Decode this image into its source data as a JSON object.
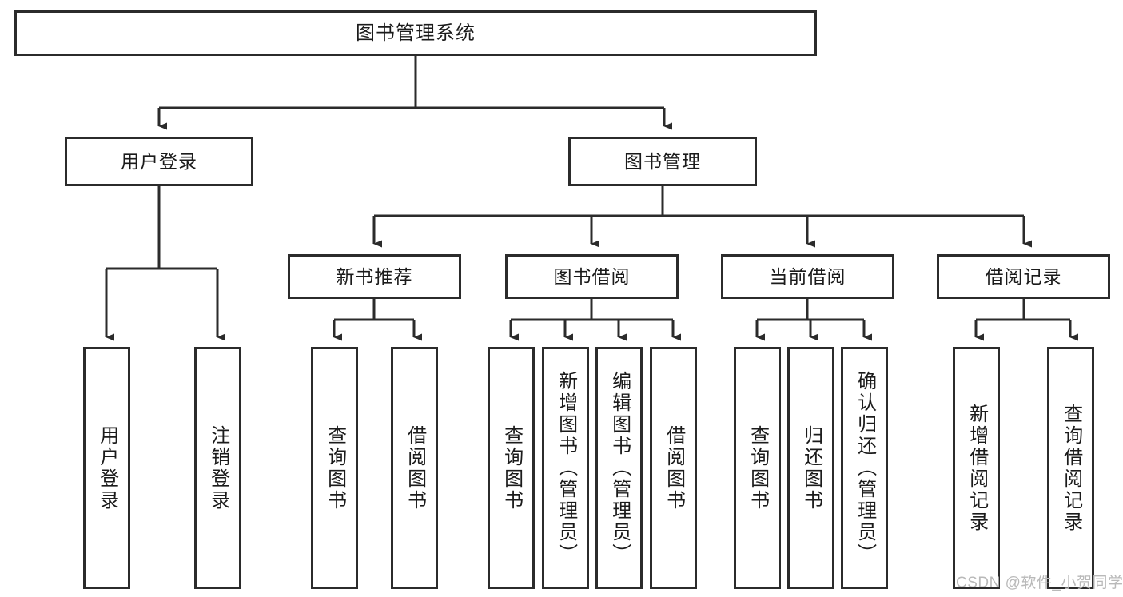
{
  "diagram": {
    "title": "图书管理系统",
    "type": "tree-hierarchy-chart",
    "orientation": "top-down",
    "line_color": "#2b2b2b",
    "box_fill": "#ffffff",
    "watermark": "CSDN @软件_小贺同学",
    "nodes": {
      "root": {
        "label": "图书管理系统"
      },
      "level2": [
        {
          "id": "user-login",
          "label": "用户登录"
        },
        {
          "id": "book-management",
          "label": "图书管理"
        }
      ],
      "level3": [
        {
          "id": "new-book-recommend",
          "label": "新书推荐"
        },
        {
          "id": "book-borrow",
          "label": "图书借阅"
        },
        {
          "id": "current-borrow",
          "label": "当前借阅"
        },
        {
          "id": "borrow-record",
          "label": "借阅记录"
        }
      ],
      "leaves": {
        "user-login": [
          {
            "id": "leaf-user-login",
            "label": "用户登录"
          },
          {
            "id": "leaf-logout-login",
            "label": "注销登录"
          }
        ],
        "new-book-recommend": [
          {
            "id": "leaf-query-book-1",
            "label": "查询图书"
          },
          {
            "id": "leaf-borrow-book-1",
            "label": "借阅图书"
          }
        ],
        "book-borrow": [
          {
            "id": "leaf-query-book-2",
            "label": "查询图书"
          },
          {
            "id": "leaf-add-book",
            "label": "新增图书（管理员）"
          },
          {
            "id": "leaf-edit-book",
            "label": "编辑图书（管理员）"
          },
          {
            "id": "leaf-borrow-book-2",
            "label": "借阅图书"
          }
        ],
        "current-borrow": [
          {
            "id": "leaf-query-book-3",
            "label": "查询图书"
          },
          {
            "id": "leaf-return-book",
            "label": "归还图书"
          },
          {
            "id": "leaf-confirm-return",
            "label": "确认归还（管理员）"
          }
        ],
        "borrow-record": [
          {
            "id": "leaf-add-record",
            "label": "新增借阅记录"
          },
          {
            "id": "leaf-query-record",
            "label": "查询借阅记录"
          }
        ]
      }
    }
  }
}
